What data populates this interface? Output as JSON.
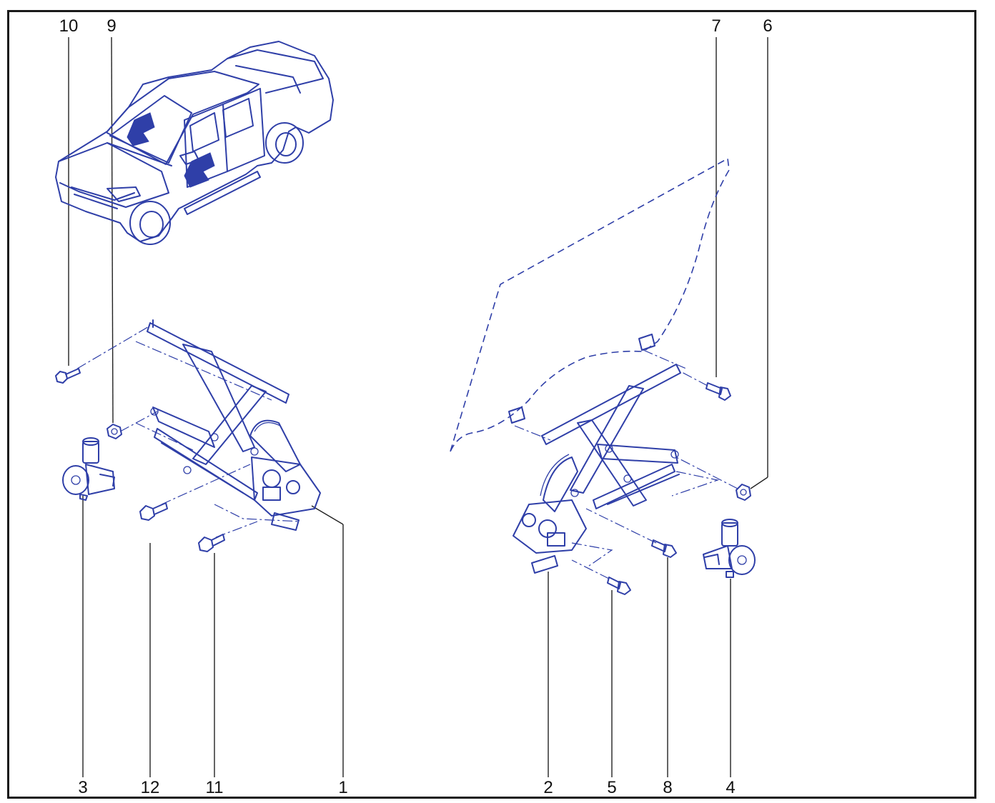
{
  "callouts": {
    "c10": "10",
    "c9": "9",
    "c7": "7",
    "c6": "6",
    "c3": "3",
    "c12": "12",
    "c11": "11",
    "c1": "1",
    "c2": "2",
    "c5": "5",
    "c8": "8",
    "c4": "4"
  },
  "colors": {
    "line_art": "#2f3fa8",
    "frame": "#1a1a1a",
    "text": "#111111"
  }
}
